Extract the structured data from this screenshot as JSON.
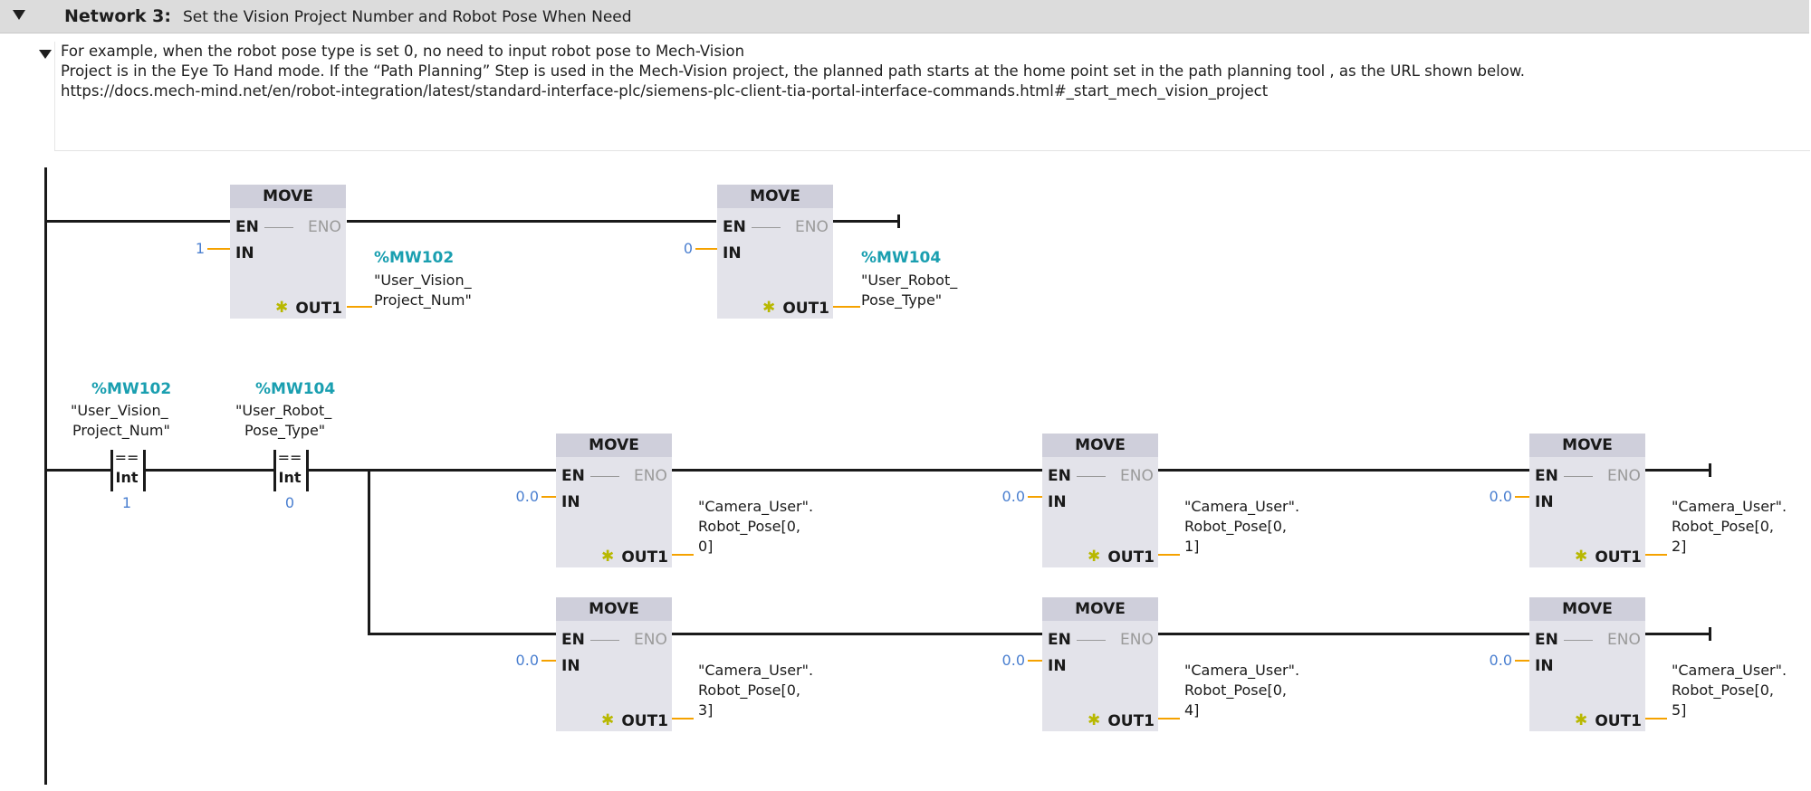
{
  "network": {
    "title": "Network 3:",
    "subtitle": "Set the Vision Project Number and Robot Pose When Need"
  },
  "comment": {
    "line1": "For example, when the robot pose type is set 0, no need to input robot pose to Mech-Vision",
    "line2": "Project is in the Eye To Hand mode. If the “Path Planning” Step is used in the Mech-Vision project, the planned path starts at the home point set in the path planning tool , as the URL shown below.",
    "line3": "https://docs.mech-mind.net/en/robot-integration/latest/standard-interface-plc/siemens-plc-client-tia-portal-interface-commands.html#_start_mech_vision_project"
  },
  "labels": {
    "move": "MOVE",
    "en": "EN",
    "eno": "ENO",
    "in": "IN",
    "out": "OUT1",
    "cmp_op": "==",
    "cmp_type": "Int"
  },
  "row1": {
    "move1": {
      "in": "1",
      "addr": "%MW102",
      "tag1": "\"User_Vision_",
      "tag2": "Project_Num\""
    },
    "move2": {
      "in": "0",
      "addr": "%MW104",
      "tag1": "\"User_Robot_",
      "tag2": "Pose_Type\""
    }
  },
  "contacts": [
    {
      "addr": "%MW102",
      "tag1": "\"User_Vision_",
      "tag2": "Project_Num\"",
      "value": "1"
    },
    {
      "addr": "%MW104",
      "tag1": "\"User_Robot_",
      "tag2": "Pose_Type\"",
      "value": "0"
    }
  ],
  "pose_moves": [
    {
      "in": "0.0",
      "tag1": "\"Camera_User\".",
      "tag2": "Robot_Pose[0,",
      "tag3": "0]"
    },
    {
      "in": "0.0",
      "tag1": "\"Camera_User\".",
      "tag2": "Robot_Pose[0,",
      "tag3": "1]"
    },
    {
      "in": "0.0",
      "tag1": "\"Camera_User\".",
      "tag2": "Robot_Pose[0,",
      "tag3": "2]"
    },
    {
      "in": "0.0",
      "tag1": "\"Camera_User\".",
      "tag2": "Robot_Pose[0,",
      "tag3": "3]"
    },
    {
      "in": "0.0",
      "tag1": "\"Camera_User\".",
      "tag2": "Robot_Pose[0,",
      "tag3": "4]"
    },
    {
      "in": "0.0",
      "tag1": "\"Camera_User\".",
      "tag2": "Robot_Pose[0,",
      "tag3": "5]"
    }
  ],
  "colors": {
    "header_bg": "#dcdcdc",
    "box_bg": "#e3e3ea",
    "box_title_bg": "#cfcfdb",
    "address": "#1a9fb0",
    "constant": "#4a7fd0",
    "wire_out": "#f5a200"
  }
}
